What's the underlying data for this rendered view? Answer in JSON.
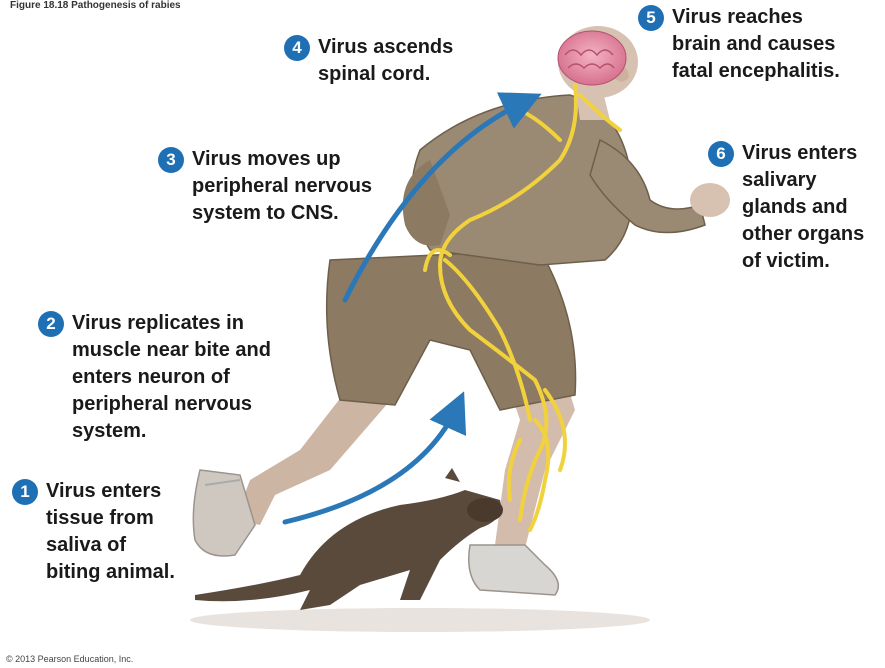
{
  "figure": {
    "top_caption": "Figure 18.18 Pathogenesis of rabies",
    "credit": "© 2013 Pearson Education, Inc."
  },
  "steps": [
    {
      "number": "1",
      "lines": [
        "Virus enters",
        "tissue from",
        "saliva of",
        "biting animal."
      ]
    },
    {
      "number": "2",
      "lines": [
        "Virus replicates in",
        "muscle near bite and",
        "enters neuron of",
        "peripheral nervous",
        "system."
      ]
    },
    {
      "number": "3",
      "lines": [
        "Virus moves up",
        "peripheral nervous",
        "system to CNS."
      ]
    },
    {
      "number": "4",
      "lines": [
        "Virus ascends",
        "spinal cord."
      ]
    },
    {
      "number": "5",
      "lines": [
        "Virus reaches",
        "brain and causes",
        "fatal encephalitis."
      ]
    },
    {
      "number": "6",
      "lines": [
        "Virus enters",
        "salivary",
        "glands and",
        "other organs",
        "of victim."
      ]
    }
  ],
  "colors": {
    "badge": "#1f6fb5",
    "arrow": "#2a78b8",
    "nerve": "#f2d23c",
    "brain": "#e88aa2",
    "clothing": "#8c7b62",
    "skin": "#d7c2b2",
    "animal": "#5a4a3c"
  }
}
